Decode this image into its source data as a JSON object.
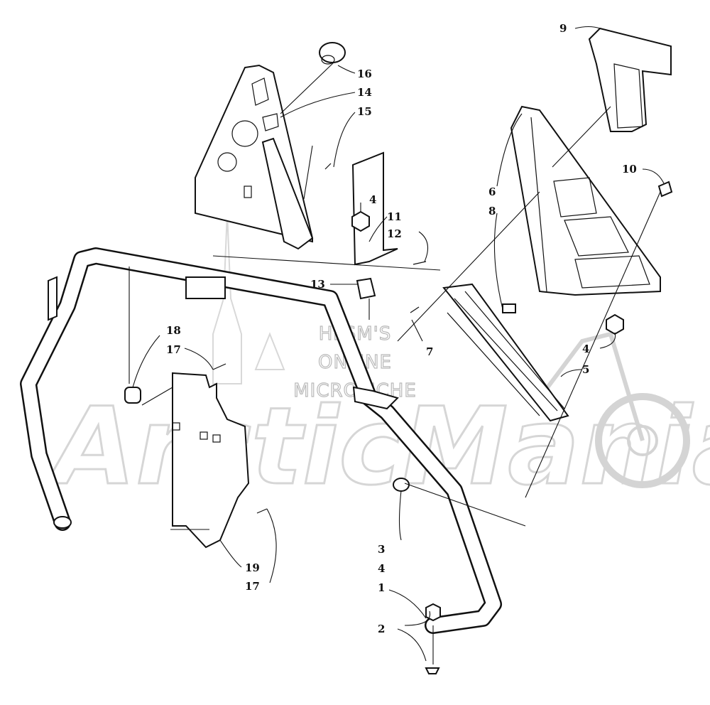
{
  "watermark": {
    "lines": [
      "HLSM'S",
      "ONLINE",
      "MICROFICHE"
    ],
    "logo": "ArcticMania"
  },
  "callouts": [
    {
      "id": "c1",
      "label": "1"
    },
    {
      "id": "c2",
      "label": "2"
    },
    {
      "id": "c3",
      "label": "3"
    },
    {
      "id": "c4a",
      "label": "4"
    },
    {
      "id": "c4b",
      "label": "4"
    },
    {
      "id": "c4c",
      "label": "4"
    },
    {
      "id": "c5",
      "label": "5"
    },
    {
      "id": "c6",
      "label": "6"
    },
    {
      "id": "c7",
      "label": "7"
    },
    {
      "id": "c8",
      "label": "8"
    },
    {
      "id": "c9",
      "label": "9"
    },
    {
      "id": "c10",
      "label": "10"
    },
    {
      "id": "c11",
      "label": "11"
    },
    {
      "id": "c12",
      "label": "12"
    },
    {
      "id": "c13",
      "label": "13"
    },
    {
      "id": "c14",
      "label": "14"
    },
    {
      "id": "c15",
      "label": "15"
    },
    {
      "id": "c16",
      "label": "16"
    },
    {
      "id": "c17a",
      "label": "17"
    },
    {
      "id": "c17b",
      "label": "17"
    },
    {
      "id": "c18",
      "label": "18"
    },
    {
      "id": "c19",
      "label": "19"
    }
  ]
}
